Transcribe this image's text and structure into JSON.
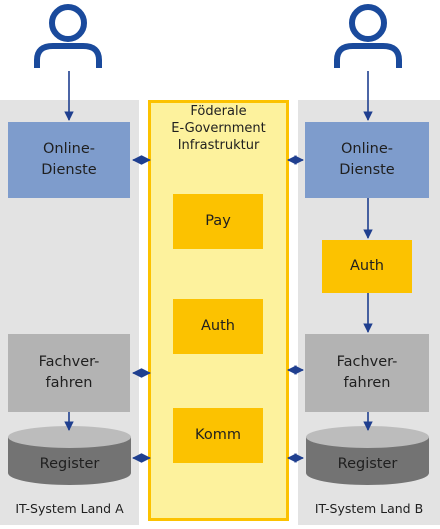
{
  "colors": {
    "panel": "#e3e3e3",
    "blue_box": "#7e9ccc",
    "gray_box": "#b3b3b3",
    "yellow": "#fcc200",
    "yellow_light": "#fdf29d",
    "arrow": "#1f3f8f",
    "person": "#1a4a9c"
  },
  "land_a": {
    "online": "Online-\nDienste",
    "fachverfahren": "Fachver-\nfahren",
    "register": "Register",
    "caption": "IT-System Land A"
  },
  "land_b": {
    "online": "Online-\nDienste",
    "auth": "Auth",
    "fachverfahren": "Fachver-\nfahren",
    "register": "Register",
    "caption": "IT-System Land B"
  },
  "infrastructure": {
    "title": "Föderale\nE-Government\nInfrastruktur",
    "pay": "Pay",
    "auth": "Auth",
    "komm": "Komm"
  }
}
